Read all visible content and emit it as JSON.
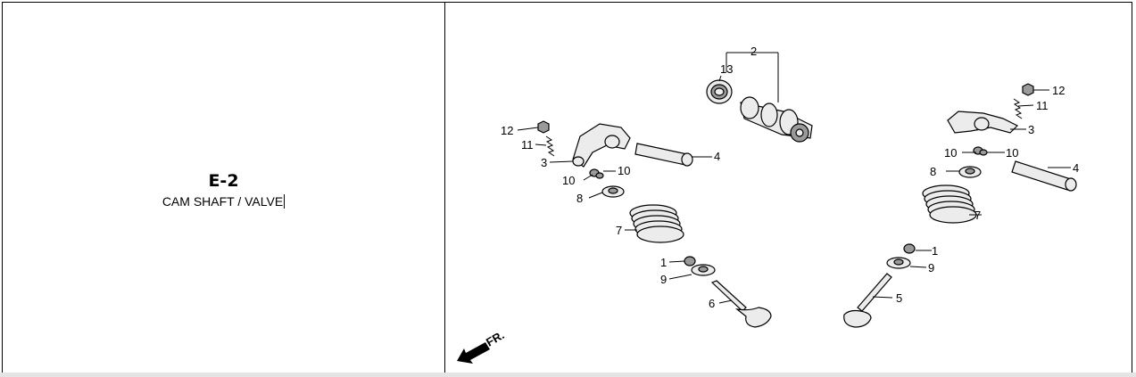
{
  "section": {
    "code": "E-2",
    "subtitle": "CAM SHAFT / VALVE"
  },
  "diagram": {
    "direction_label": "FR.",
    "callouts": {
      "camshaft": "2",
      "bearing": "13",
      "nut_left": "12",
      "spring_small_left": "11",
      "rocker_left": "3",
      "rocker_shaft_left": "4",
      "tappet_a_left": "10",
      "tappet_b_left": "10",
      "seat_left": "8",
      "spring_left": "7",
      "cotter_left": "1",
      "retainer_left": "9",
      "valve_left": "6",
      "nut_right": "12",
      "spring_small_right": "11",
      "rocker_right": "3",
      "tappet_a_right": "10",
      "tappet_b_right": "10",
      "seat_right": "8",
      "rocker_shaft_right": "4",
      "spring_right": "7",
      "cotter_right": "1",
      "retainer_right": "9",
      "valve_right": "5"
    }
  }
}
